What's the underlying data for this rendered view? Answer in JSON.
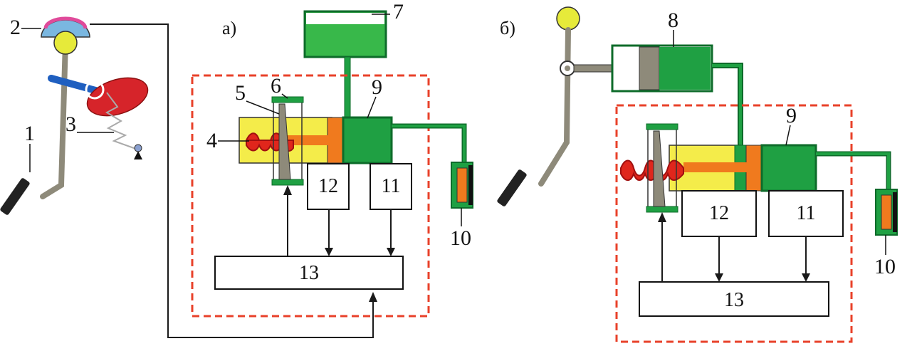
{
  "panels": {
    "a": {
      "label": "а)"
    },
    "b": {
      "label": "б)"
    }
  },
  "callouts": [
    "1",
    "2",
    "3",
    "4",
    "5",
    "6",
    "7",
    "8",
    "9",
    "10"
  ],
  "boxes": {
    "a": {
      "box12": "12",
      "box11": "11",
      "box13": "13",
      "num9": "9",
      "num10": "10"
    },
    "b": {
      "box12": "12",
      "box11": "11",
      "box13": "13",
      "num9": "9",
      "num10": "10"
    }
  },
  "colors": {
    "fluid_green": "#1fa043",
    "dark_green": "#0d6b2a",
    "reservoir_green": "#38b84a",
    "yellow": "#f4ec4a",
    "orange": "#f07a1e",
    "red": "#e0261c",
    "dashed_red": "#e8412a",
    "gray": "#8e8a7a",
    "line": "#1a1a1a"
  }
}
